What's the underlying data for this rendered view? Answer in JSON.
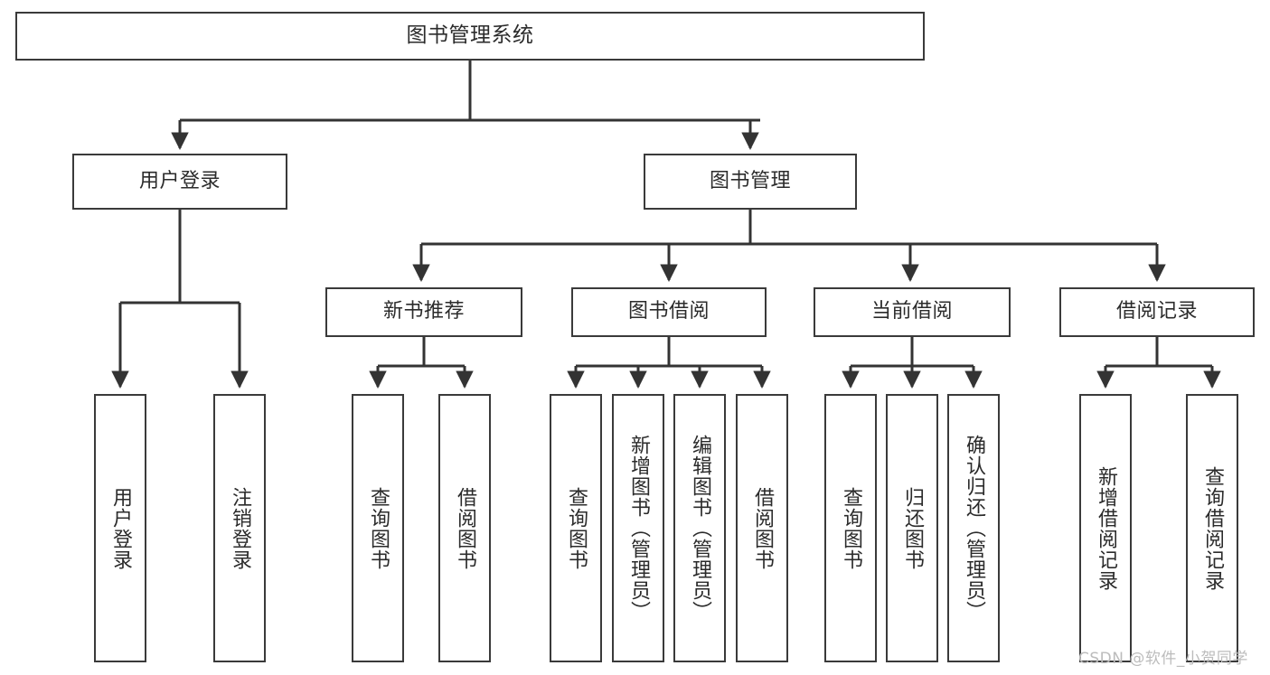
{
  "diagram": {
    "title": "图书管理系统",
    "type": "tree",
    "orientation": "top-down",
    "colors": {
      "background": "#ffffff",
      "node_border": "#3a3a3a",
      "node_fill": "#ffffff",
      "edge": "#333333",
      "text": "#2b2b2b",
      "watermark": "#bcbcbc"
    },
    "root": {
      "label": "图书管理系统"
    },
    "level2": [
      {
        "id": "user-login",
        "label": "用户登录"
      },
      {
        "id": "book-manage",
        "label": "图书管理"
      }
    ],
    "level3": [
      {
        "id": "new-book-recommend",
        "label": "新书推荐"
      },
      {
        "id": "book-borrow",
        "label": "图书借阅"
      },
      {
        "id": "current-borrow",
        "label": "当前借阅"
      },
      {
        "id": "borrow-record",
        "label": "借阅记录"
      }
    ],
    "leaves": {
      "user_login": [
        {
          "id": "leaf-user-login",
          "label": "用户登录"
        },
        {
          "id": "leaf-logout-login",
          "label": "注销登录"
        }
      ],
      "new_book_recommend": [
        {
          "id": "leaf-query-book-1",
          "label": "查询图书"
        },
        {
          "id": "leaf-borrow-book-1",
          "label": "借阅图书"
        }
      ],
      "book_borrow": [
        {
          "id": "leaf-query-book-2",
          "label": "查询图书"
        },
        {
          "id": "leaf-add-book",
          "label": "新增图书（管理员）"
        },
        {
          "id": "leaf-edit-book",
          "label": "编辑图书（管理员）"
        },
        {
          "id": "leaf-borrow-book-2",
          "label": "借阅图书"
        }
      ],
      "current_borrow": [
        {
          "id": "leaf-query-book-3",
          "label": "查询图书"
        },
        {
          "id": "leaf-return-book",
          "label": "归还图书"
        },
        {
          "id": "leaf-confirm-return",
          "label": "确认归还（管理员）"
        }
      ],
      "borrow_record": [
        {
          "id": "leaf-add-record",
          "label": "新增借阅记录"
        },
        {
          "id": "leaf-query-record",
          "label": "查询借阅记录"
        }
      ]
    }
  },
  "watermark": {
    "text": "CSDN @软件_小贺同学"
  }
}
